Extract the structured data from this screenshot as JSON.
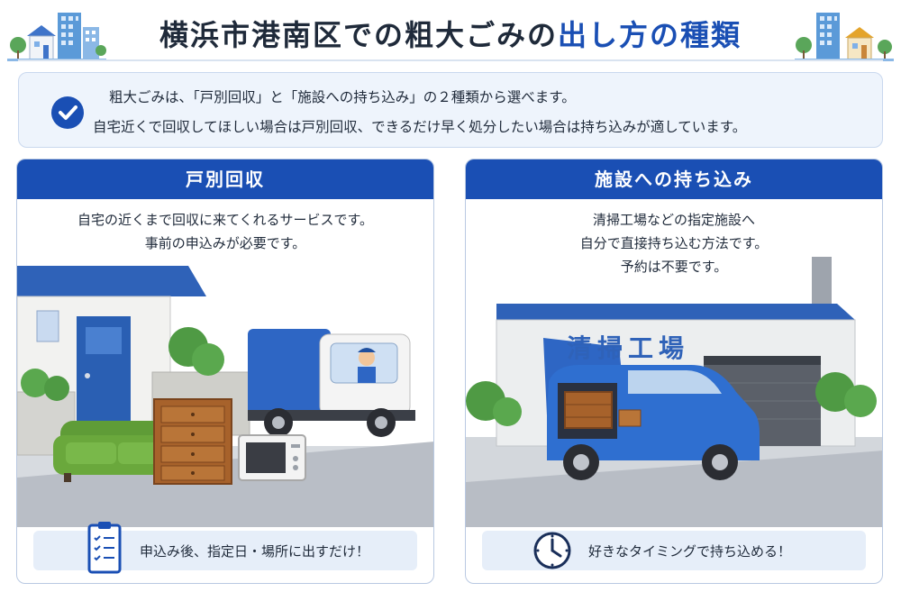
{
  "header": {
    "title_dark": "横浜市港南区での粗大ごみの",
    "title_blue": "出し方の種類"
  },
  "intro": {
    "line1": "粗大ごみは、「戸別回収」と「施設への持ち込み」の２種類から選べます。",
    "line2": "自宅近くで回収してほしい場合は戸別回収、できるだけ早く処分したい場合は持ち込みが適しています。"
  },
  "left_panel": {
    "title": "戸別回収",
    "desc": [
      "自宅の近くまで回収に来てくれるサービスです。",
      "事前の申込みが必要です。"
    ],
    "footer": "申込み後、指定日・場所に出すだけ！"
  },
  "right_panel": {
    "title": "施設への持ち込み",
    "desc": [
      "清掃工場などの指定施設へ",
      "自分で直接持ち込む方法です。",
      "予約は不要です。"
    ],
    "facility_sign": "清掃工場",
    "footer": "好きなタイミングで持ち込める！"
  },
  "colors": {
    "brand_blue": "#1a4fb4",
    "light_blue_bg": "#eef4fc",
    "truck_blue": "#2e66c4",
    "sofa_green": "#6aa83c",
    "dresser_brown": "#a7622b"
  }
}
